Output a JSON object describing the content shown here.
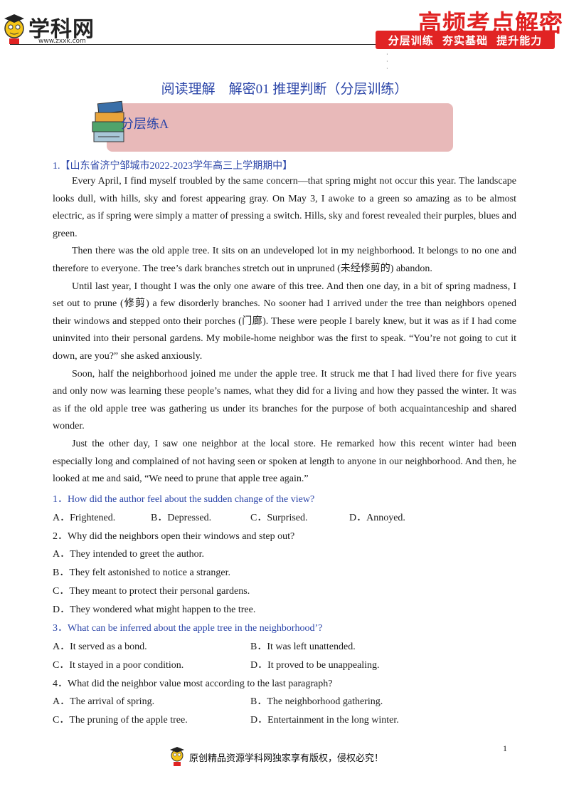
{
  "header": {
    "logo_text": "学科网",
    "logo_url": "www.zxxk.com",
    "brand_title": "高频考点解密",
    "brand_tags": "分层训练 夯实基础 提升能力"
  },
  "title": "阅读理解　解密01 推理判断（分层训练）",
  "section_label": "分层练A",
  "source": "1.【山东省济宁邹城市2022-2023学年高三上学期期中】",
  "paragraphs": [
    "Every April, I find myself troubled by the same concern—that spring might not occur this year. The landscape looks dull, with hills, sky and forest appearing gray. On May 3, I awoke to a green so amazing as to be almost electric, as if spring were simply a matter of pressing a switch. Hills, sky and forest revealed their purples, blues and green.",
    "Then there was the old apple tree. It sits on an undeveloped lot in my neighborhood. It belongs to no one and therefore to everyone. The tree’s dark branches stretch out in unpruned (未经修剪的) abandon.",
    "Until last year, I thought I was the only one aware of this tree. And then one day, in a bit of spring madness, I set out to prune (修剪) a few disorderly branches. No sooner had I arrived under the tree than neighbors opened their windows and stepped onto their porches (门廊). These were people I barely knew, but it was as if I had come uninvited into their personal gardens. My mobile-home neighbor was the first to speak. “You’re not going to cut it down, are you?” she asked anxiously.",
    "Soon, half the neighborhood joined me under the apple tree. It struck me that I had lived there for five years and only now was learning these people’s names, what they did for a living and how they passed the winter. It was as if the old apple tree was gathering us under its branches for the purpose of both acquaintanceship and shared wonder.",
    "Just the other day, I saw one neighbor at the local store. He remarked how this recent winter had been especially long and complained of not having seen or spoken at length to anyone in our neighborhood. And then, he looked at me and said, “We need to prune that apple tree again.”"
  ],
  "questions": [
    {
      "stem": "1．How did the author feel about the sudden change of the view?",
      "options": [
        "A．Frightened.",
        "B．Depressed.",
        "C．Surprised.",
        "D．Annoyed."
      ]
    },
    {
      "stem": "2．Why did the neighbors open their windows and step out?",
      "options": [
        "A．They intended to greet the author.",
        "B．They felt astonished to notice a stranger.",
        "C．They meant to protect their personal gardens.",
        "D．They wondered what might happen to the tree."
      ]
    },
    {
      "stem": "3．What can be inferred about the apple tree in the neighborhood’?",
      "options": [
        "A．It served as a bond.",
        "B．It was left unattended.",
        "C．It stayed in a poor condition.",
        "D．It proved to be unappealing."
      ]
    },
    {
      "stem": "4．What did the neighbor value most according to the last paragraph?",
      "options": [
        "A．The arrival of spring.",
        "B．The neighborhood gathering.",
        "C．The pruning of the apple tree.",
        "D．Entertainment in the long winter."
      ]
    }
  ],
  "footer": {
    "text": "原创精品资源学科网独家享有版权，侵权必究！",
    "page_number": "1"
  },
  "colors": {
    "accent_blue": "#2b45a8",
    "brand_red": "#e02222",
    "section_pink": "#e8b9b9"
  }
}
